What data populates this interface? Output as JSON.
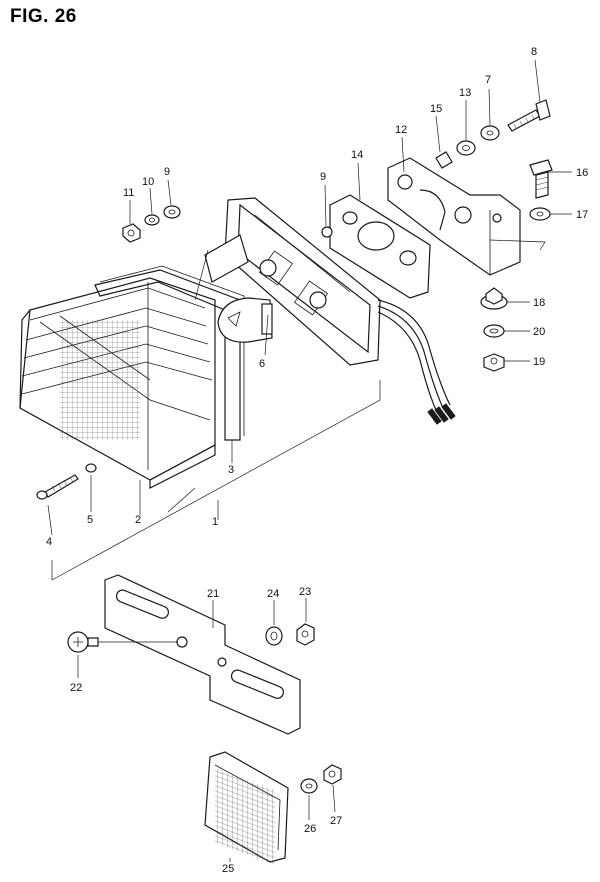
{
  "figure_title": "FIG. 26",
  "callouts": [
    {
      "id": "c1",
      "label": "1"
    },
    {
      "id": "c2",
      "label": "2"
    },
    {
      "id": "c3",
      "label": "3"
    },
    {
      "id": "c4",
      "label": "4"
    },
    {
      "id": "c5",
      "label": "5"
    },
    {
      "id": "c6",
      "label": "6"
    },
    {
      "id": "c7",
      "label": "7"
    },
    {
      "id": "c8",
      "label": "8"
    },
    {
      "id": "c9a",
      "label": "9"
    },
    {
      "id": "c9b",
      "label": "9"
    },
    {
      "id": "c10",
      "label": "10"
    },
    {
      "id": "c11",
      "label": "11"
    },
    {
      "id": "c12",
      "label": "12"
    },
    {
      "id": "c13",
      "label": "13"
    },
    {
      "id": "c14",
      "label": "14"
    },
    {
      "id": "c15",
      "label": "15"
    },
    {
      "id": "c16",
      "label": "16"
    },
    {
      "id": "c17",
      "label": "17"
    },
    {
      "id": "c18",
      "label": "18"
    },
    {
      "id": "c19",
      "label": "19"
    },
    {
      "id": "c20",
      "label": "20"
    },
    {
      "id": "c21",
      "label": "21"
    },
    {
      "id": "c22",
      "label": "22"
    },
    {
      "id": "c23",
      "label": "23"
    },
    {
      "id": "c24",
      "label": "24"
    },
    {
      "id": "c25",
      "label": "25"
    },
    {
      "id": "c26",
      "label": "26"
    },
    {
      "id": "c27",
      "label": "27"
    }
  ]
}
